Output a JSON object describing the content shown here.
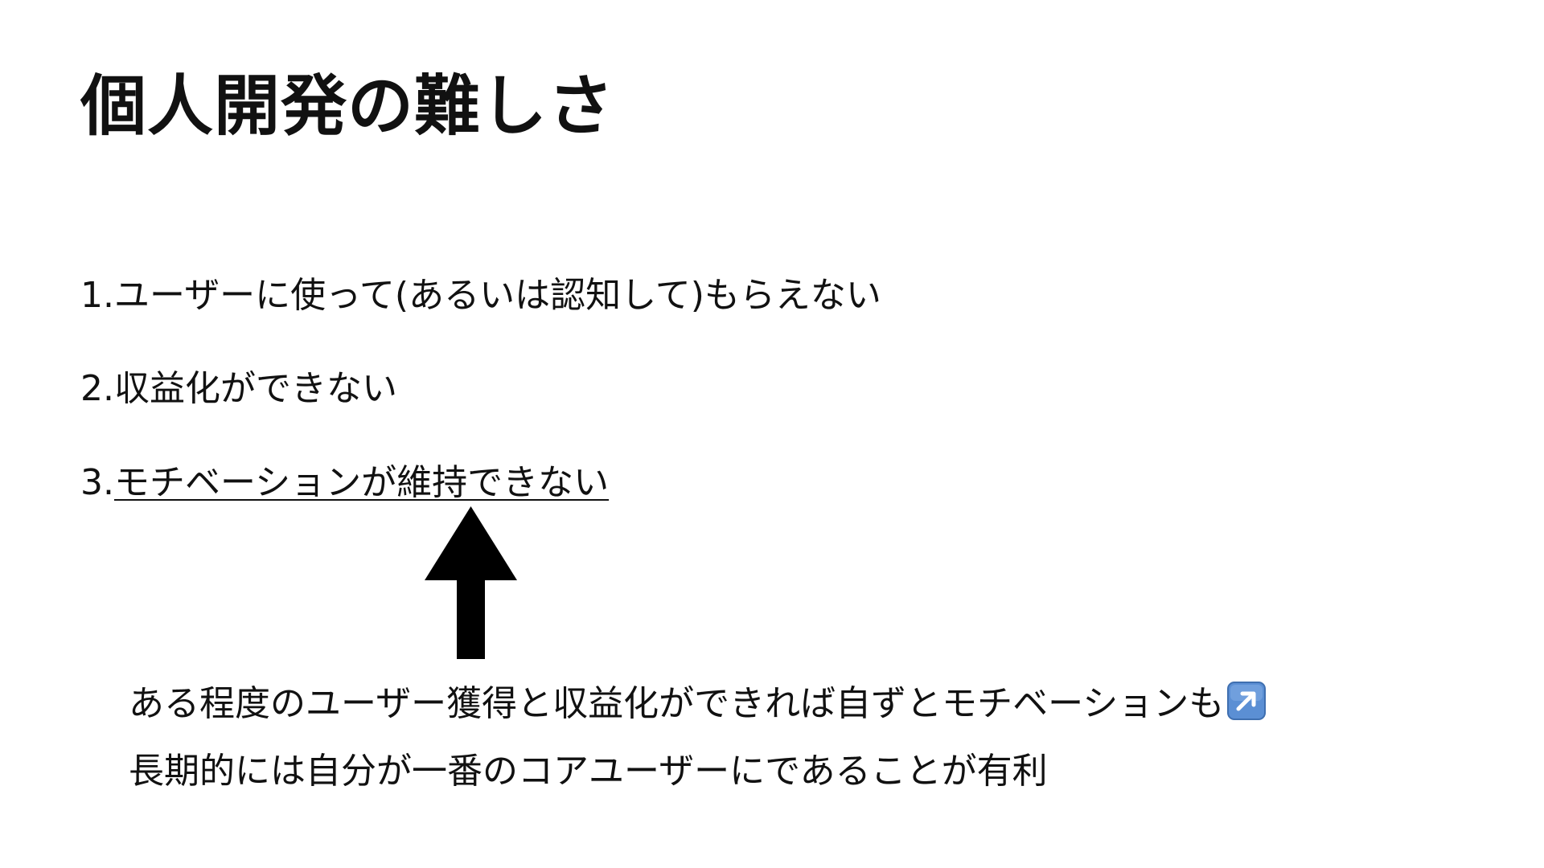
{
  "slide": {
    "title": "個人開発の難しさ",
    "items": [
      {
        "number": "1.",
        "text": "ユーザーに使って(あるいは認知して)もらえない"
      },
      {
        "number": "2.",
        "text": "収益化ができない"
      },
      {
        "number": "3.",
        "text": "モチベーションが維持できない"
      }
    ],
    "notes": [
      "ある程度のユーザー獲得と収益化ができれば自ずとモチベーションも",
      "長期的には自分が一番のコアユーザーにであることが有利"
    ],
    "icons": {
      "arrow": "up-arrow-icon",
      "note_emoji": "up-right-arrow-icon"
    },
    "colors": {
      "text": "#111111",
      "emoji_bg": "#5b8fd4",
      "background": "#ffffff"
    }
  }
}
